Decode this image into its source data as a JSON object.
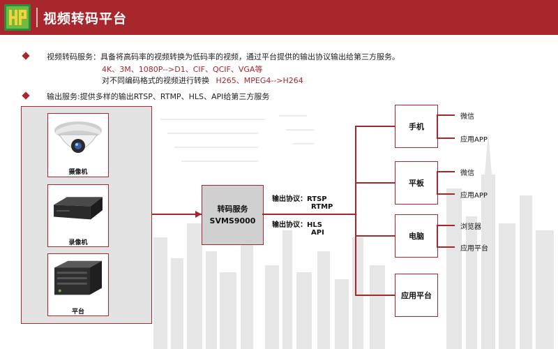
{
  "header": {
    "title": "视频转码平台",
    "logo_icon": "hp-logo-icon"
  },
  "intro": {
    "line1": "视频转码服务：具备将高码率的视频转换为低码率的视频，通过平台提供的输出协议输出给第三方服务。",
    "line2": "4K、3M、1080P-->D1、CIF、QCIF、VGA等",
    "line3_prefix": "对不同编码格式的视频进行转换",
    "line3_suffix": "H265、MPEG4-->H264",
    "line4": "输出服务:提供多样的输出RTSP、RTMP、HLS、API给第三方服务"
  },
  "sources": [
    {
      "label": "摄像机",
      "icon": "dome-camera-icon"
    },
    {
      "label": "录像机",
      "icon": "nvr-icon"
    },
    {
      "label": "平台",
      "icon": "server-icon"
    }
  ],
  "center": {
    "line1": "转码服务",
    "line2": "SVMS9000"
  },
  "protocols": [
    {
      "prefix": "输出协议：",
      "items": [
        "RTSP",
        "RTMP"
      ]
    },
    {
      "prefix": "输出协议：",
      "items": [
        "HLS",
        "API"
      ]
    }
  ],
  "targets": [
    {
      "label": "手机",
      "leaves": [
        "微信",
        "应用APP"
      ]
    },
    {
      "label": "平板",
      "leaves": [
        "微信",
        "应用APP"
      ]
    },
    {
      "label": "电脑",
      "leaves": [
        "浏览器",
        "应用平台"
      ]
    },
    {
      "label": "应用平台",
      "leaves": []
    }
  ],
  "colors": {
    "accent": "#a8272c",
    "panel": "#e2e2e2",
    "center": "#d0d0d0"
  }
}
